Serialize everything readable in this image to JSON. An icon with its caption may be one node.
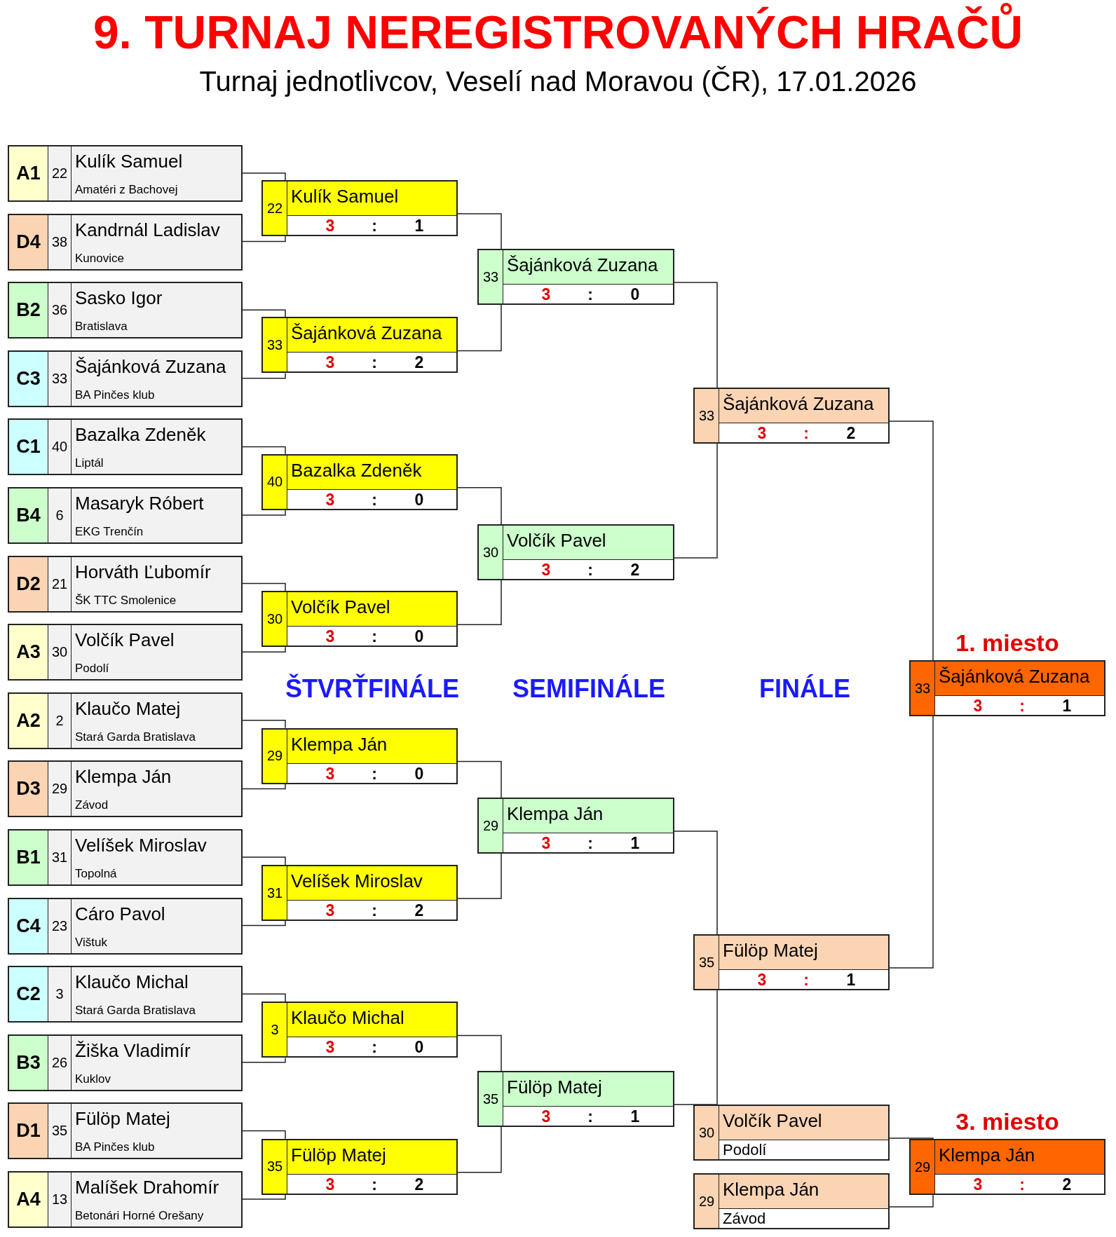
{
  "diagram": {
    "title": "9. TURNAJ NEREGISTROVANÝCH HRAČŮ",
    "nodes": [
      {
        "text": [
          "A1",
          "22",
          "Kulík Samuel",
          "Amatéri z Bachovej"
        ]
      },
      {
        "text": [
          "D4",
          "38",
          "Kandrnál Ladislav",
          "Kunovice"
        ]
      },
      {
        "text": [
          "B2",
          "36",
          "Sasko Igor",
          "Bratislava"
        ]
      },
      {
        "text": [
          "C3",
          "33",
          "Šajánková Zuzana",
          "BA Pinčes klub"
        ]
      },
      {
        "text": [
          "C1",
          "40",
          "Bazalka Zdeněk",
          "Liptál"
        ]
      },
      {
        "text": [
          "B4",
          "6",
          "Masaryk Róbert",
          "EKG Trenčín"
        ]
      },
      {
        "text": [
          "D2",
          "21",
          "Horváth Ľubomír",
          "ŠK TTC Smolenice"
        ]
      },
      {
        "text": [
          "A3",
          "30",
          "Volčík Pavel",
          "Podolí"
        ]
      },
      {
        "text": [
          "A2",
          "2",
          "Klaučo Matej",
          "Stará Garda Bratislava"
        ]
      },
      {
        "text": [
          "D3",
          "29",
          "Klempa Ján",
          "Závod"
        ]
      },
      {
        "text": [
          "B1",
          "31",
          "Velíšek Miroslav",
          "Topolná"
        ]
      },
      {
        "text": [
          "C4",
          "23",
          "Cáro Pavol",
          "Vištuk"
        ]
      },
      {
        "text": [
          "C2",
          "3",
          "Klaučo Michal",
          "Stará Garda Bratislava"
        ]
      },
      {
        "text": [
          "B3",
          "26",
          "Žiška Vladimír",
          "Kuklov"
        ]
      },
      {
        "text": [
          "D1",
          "35",
          "Fülöp Matej",
          "BA Pinčes klub"
        ]
      },
      {
        "text": [
          "A4",
          "13",
          "Malíšek Drahomír",
          "Betonári Horné Orešany"
        ]
      },
      {
        "text": [
          "22",
          "Kulík Samuel",
          "3",
          ":",
          "1"
        ]
      },
      {
        "text": [
          "33",
          "Šajánková Zuzana",
          "3",
          ":",
          "2"
        ]
      },
      {
        "text": [
          "40",
          "Bazalka Zdeněk",
          "3",
          ":",
          "0"
        ]
      },
      {
        "text": [
          "30",
          "Volčík Pavel",
          "3",
          ":",
          "0"
        ]
      },
      {
        "text": [
          "29",
          "Klempa Ján",
          "3",
          ":",
          "0"
        ]
      },
      {
        "text": [
          "31",
          "Velíšek Miroslav",
          "3",
          ":",
          "2"
        ]
      },
      {
        "text": [
          "3",
          "Klaučo Michal",
          "3",
          ":",
          "0"
        ]
      },
      {
        "text": [
          "35",
          "Fülöp Matej",
          "3",
          ":",
          "2"
        ]
      },
      {
        "text": [
          "33",
          "Šajánková Zuzana",
          "3",
          ":",
          "0"
        ]
      },
      {
        "text": [
          "30",
          "Volčík Pavel",
          "3",
          ":",
          "2"
        ]
      },
      {
        "text": [
          "29",
          "Klempa Ján",
          "3",
          ":",
          "1"
        ]
      },
      {
        "text": [
          "35",
          "Fülöp Matej",
          "3",
          ":",
          "1"
        ]
      },
      {
        "text": [
          "33",
          "Šajánková Zuzana",
          "3",
          ":",
          "2"
        ]
      },
      {
        "text": [
          "35",
          "Fülöp Matej",
          "3",
          ":",
          "1"
        ]
      },
      {
        "text": [
          "33",
          "Šajánková Zuzana",
          "3",
          ":",
          "1"
        ],
        "beside": [
          "1. miesto"
        ]
      },
      {
        "text": [
          "30",
          "Volčík Pavel",
          "Podolí"
        ]
      },
      {
        "text": [
          "29",
          "Klempa Ján",
          "Závod"
        ]
      },
      {
        "text": [
          "29",
          "Klempa Ján",
          "3",
          ":",
          "2"
        ],
        "beside": [
          "3. miesto"
        ]
      }
    ],
    "edges": [
      {
        "from": 0,
        "to": 16,
        "arrow": "none"
      },
      {
        "from": 1,
        "to": 16,
        "arrow": "none"
      },
      {
        "from": 2,
        "to": 17,
        "arrow": "none"
      },
      {
        "from": 3,
        "to": 17,
        "arrow": "none"
      },
      {
        "from": 4,
        "to": 18,
        "arrow": "none"
      },
      {
        "from": 5,
        "to": 18,
        "arrow": "none"
      },
      {
        "from": 6,
        "to": 19,
        "arrow": "none"
      },
      {
        "from": 7,
        "to": 19,
        "arrow": "none"
      },
      {
        "from": 8,
        "to": 20,
        "arrow": "none"
      },
      {
        "from": 9,
        "to": 20,
        "arrow": "none"
      },
      {
        "from": 10,
        "to": 21,
        "arrow": "none"
      },
      {
        "from": 11,
        "to": 21,
        "arrow": "none"
      },
      {
        "from": 12,
        "to": 22,
        "arrow": "none"
      },
      {
        "from": 13,
        "to": 22,
        "arrow": "none"
      },
      {
        "from": 14,
        "to": 23,
        "arrow": "none"
      },
      {
        "from": 15,
        "to": 23,
        "arrow": "none"
      },
      {
        "from": 16,
        "to": 24,
        "arrow": "none"
      },
      {
        "from": 17,
        "to": 24,
        "arrow": "none"
      },
      {
        "from": 18,
        "to": 25,
        "arrow": "none"
      },
      {
        "from": 19,
        "to": 25,
        "arrow": "none"
      },
      {
        "from": 20,
        "to": 26,
        "arrow": "none"
      },
      {
        "from": 21,
        "to": 26,
        "arrow": "none"
      },
      {
        "from": 22,
        "to": 27,
        "arrow": "none"
      },
      {
        "from": 23,
        "to": 27,
        "arrow": "none"
      },
      {
        "from": 24,
        "to": 28,
        "arrow": "none"
      },
      {
        "from": 25,
        "to": 28,
        "arrow": "none"
      },
      {
        "from": 26,
        "to": 29,
        "arrow": "none"
      },
      {
        "from": 27,
        "to": 29,
        "arrow": "none"
      },
      {
        "from": 28,
        "to": 30,
        "arrow": "none"
      },
      {
        "from": 29,
        "to": 30,
        "arrow": "none"
      },
      {
        "from": 31,
        "to": 33,
        "arrow": "none"
      },
      {
        "from": 32,
        "to": 33,
        "arrow": "none"
      }
    ],
    "labels": [
      "Turnaj jednotlivcov, Veselí nad Moravou (ČR), 17.01.2026",
      "ŠTVRŤFINÁLE",
      "SEMIFINÁLE",
      "FINÁLE"
    ]
  }
}
